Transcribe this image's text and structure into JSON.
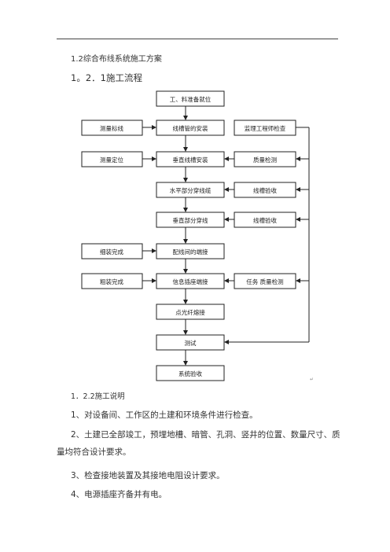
{
  "heading_1_2": "1.2综合布线系统施工方案",
  "heading_1_2_1": "1。2．1施工流程",
  "flowchart": {
    "center": [
      "工、料准备就位",
      "线槽管的安装",
      "垂直线槽安装",
      "水平部分穿线缆",
      "垂直部分穿线",
      "配线间的端接",
      "信息插座端接",
      "点光纤熔接",
      "测试",
      "系统验收"
    ],
    "left": [
      "测量标线",
      "测量定位",
      "细装完成",
      "粗装完成"
    ],
    "right": [
      "监理工程师检查",
      "质量检测",
      "线槽验收",
      "线槽验收",
      "任务 质量检测"
    ]
  },
  "heading_1_2_2": "1．2.2施工说明",
  "paragraphs": [
    "1、对设备间、工作区的土建和环境条件进行检查。",
    "2、土建已全部竣工，预埋地槽、暗管、孔洞、竖井的位置、数量尺寸、质量均符合设计要求。",
    "3、检查接地装置及其接地电阻设计要求。",
    "4、电源插座齐备并有电。"
  ]
}
